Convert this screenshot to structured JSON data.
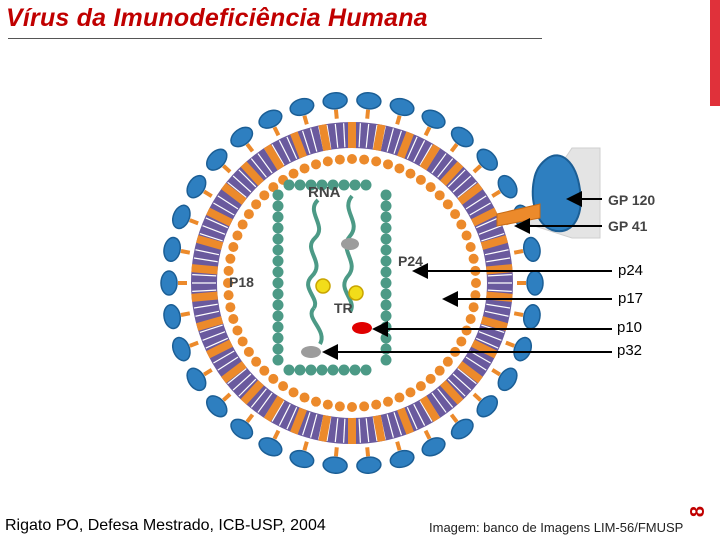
{
  "slide": {
    "title": "Vírus da Imunodeficiência Humana",
    "page_number": "8",
    "credit_left": "Rigato PO, Defesa Mestrado, ICB-USP, 2004",
    "credit_right": "Imagem: banco de Imagens LIM-56/FMUSP"
  },
  "diagram": {
    "labels": {
      "rna": "RNA",
      "p24": "P24",
      "p18": "P18",
      "tr": "TR",
      "gp120": "GP 120",
      "gp41": "GP 41"
    },
    "annotations": [
      "p24",
      "p17",
      "p10",
      "p32"
    ],
    "colors": {
      "envelope_protein": "#2e7fc0",
      "membrane": "#ec8a2b",
      "lipid": "#6a5a9e",
      "capsid": "#4c9a86",
      "rna": "#4c9a86",
      "tr": "#f2dd1a",
      "integrase": "#e00000",
      "protease": "#9c9c9c",
      "accent": "#c00000"
    }
  }
}
